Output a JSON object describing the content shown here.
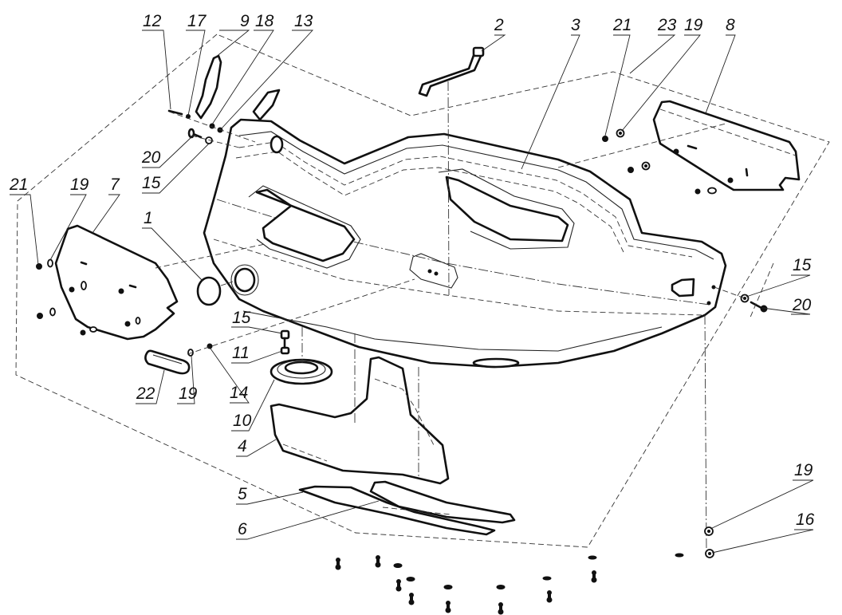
{
  "drawing": {
    "title": "Exploded assembly view",
    "labels": [
      {
        "id": "l12",
        "text": "12"
      },
      {
        "id": "l17",
        "text": "17"
      },
      {
        "id": "l9",
        "text": "9"
      },
      {
        "id": "l18",
        "text": "18"
      },
      {
        "id": "l13",
        "text": "13"
      },
      {
        "id": "l2",
        "text": "2"
      },
      {
        "id": "l3",
        "text": "3"
      },
      {
        "id": "l21a",
        "text": "21"
      },
      {
        "id": "l23",
        "text": "23"
      },
      {
        "id": "l19a",
        "text": "19"
      },
      {
        "id": "l8",
        "text": "8"
      },
      {
        "id": "l20a",
        "text": "20"
      },
      {
        "id": "l15a",
        "text": "15"
      },
      {
        "id": "l21b",
        "text": "21"
      },
      {
        "id": "l19b",
        "text": "19"
      },
      {
        "id": "l7",
        "text": "7"
      },
      {
        "id": "l1",
        "text": "1"
      },
      {
        "id": "l15b",
        "text": "15"
      },
      {
        "id": "l20b",
        "text": "20"
      },
      {
        "id": "l15c",
        "text": "15"
      },
      {
        "id": "l11",
        "text": "11"
      },
      {
        "id": "l22",
        "text": "22"
      },
      {
        "id": "l19c",
        "text": "19"
      },
      {
        "id": "l14",
        "text": "14"
      },
      {
        "id": "l10",
        "text": "10"
      },
      {
        "id": "l4",
        "text": "4"
      },
      {
        "id": "l5",
        "text": "5"
      },
      {
        "id": "l6",
        "text": "6"
      },
      {
        "id": "l19d",
        "text": "19"
      },
      {
        "id": "l16",
        "text": "16"
      }
    ]
  },
  "colors": {
    "line": "#111111",
    "background": "#ffffff"
  }
}
